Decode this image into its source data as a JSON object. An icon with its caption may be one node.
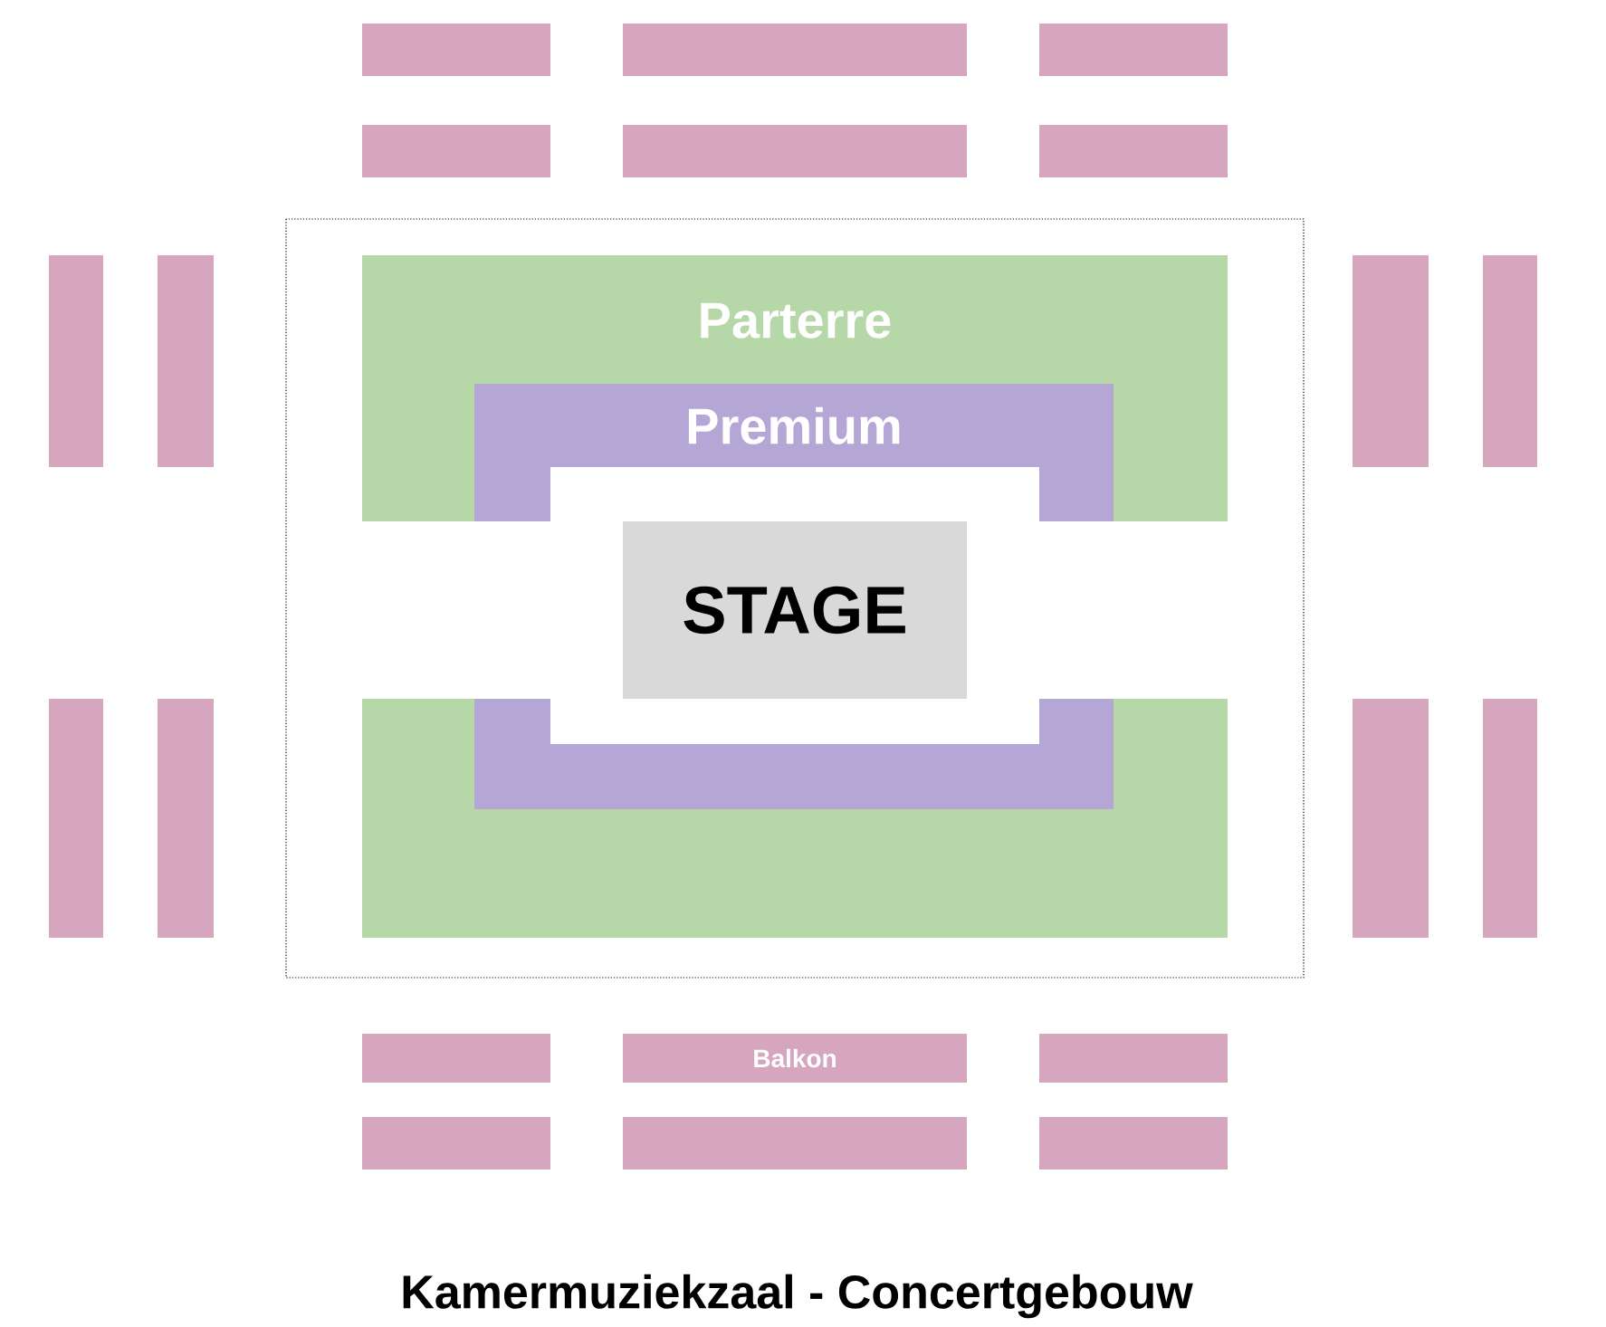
{
  "diagram": {
    "title": "Kamermuziekzaal - Concertgebouw",
    "nodes": [
      {
        "text": [],
        "shape": "bar"
      },
      {
        "text": [],
        "shape": "bar"
      },
      {
        "text": [],
        "shape": "bar"
      },
      {
        "text": [],
        "shape": "bar"
      },
      {
        "text": [],
        "shape": "bar"
      },
      {
        "text": [],
        "shape": "bar"
      },
      {
        "text": [],
        "shape": "bar"
      },
      {
        "text": [],
        "shape": "bar"
      },
      {
        "text": [
          "Parterre"
        ]
      },
      {
        "text": [
          "Premium"
        ],
        "in": 8
      },
      {
        "text": [],
        "shape": "bar"
      },
      {
        "text": [],
        "shape": "bar"
      },
      {
        "text": [
          "STAGE"
        ]
      },
      {
        "text": [],
        "shape": "bar"
      },
      {
        "text": [],
        "shape": "bar"
      },
      {
        "text": [],
        "shape": "box"
      },
      {
        "text": [],
        "shape": "box",
        "in": 15
      },
      {
        "text": [],
        "shape": "bar"
      },
      {
        "text": [],
        "shape": "bar"
      },
      {
        "text": [],
        "shape": "bar"
      },
      {
        "text": [
          "Balkon"
        ]
      },
      {
        "text": [],
        "shape": "bar"
      },
      {
        "text": [],
        "shape": "bar"
      },
      {
        "text": [],
        "shape": "bar"
      },
      {
        "text": [],
        "shape": "bar"
      }
    ]
  }
}
